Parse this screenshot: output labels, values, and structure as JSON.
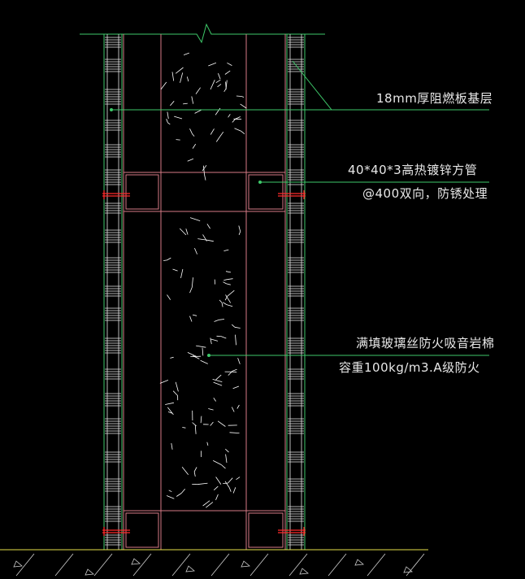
{
  "annotations": {
    "board_label": "18mm厚阻燃板基层",
    "tube_label_line1": "40*40*3高热镀锌方管",
    "tube_label_line2": "@400双向，防锈处理",
    "wool_label_line1": "满填玻璃丝防火吸音岩棉",
    "wool_label_line2": "容重100kg/m3.A级防火"
  },
  "colors": {
    "background": "#000000",
    "board": "#e8e8e8",
    "board_outline": "#3ec96a",
    "leader": "#3ec96a",
    "stud_frame": "#d67a86",
    "wool_strokes": "#ffffff",
    "anchor": "#ff2a2a",
    "ground_line": "#e6e04a",
    "ground_hatch": "#d0d0d0"
  }
}
